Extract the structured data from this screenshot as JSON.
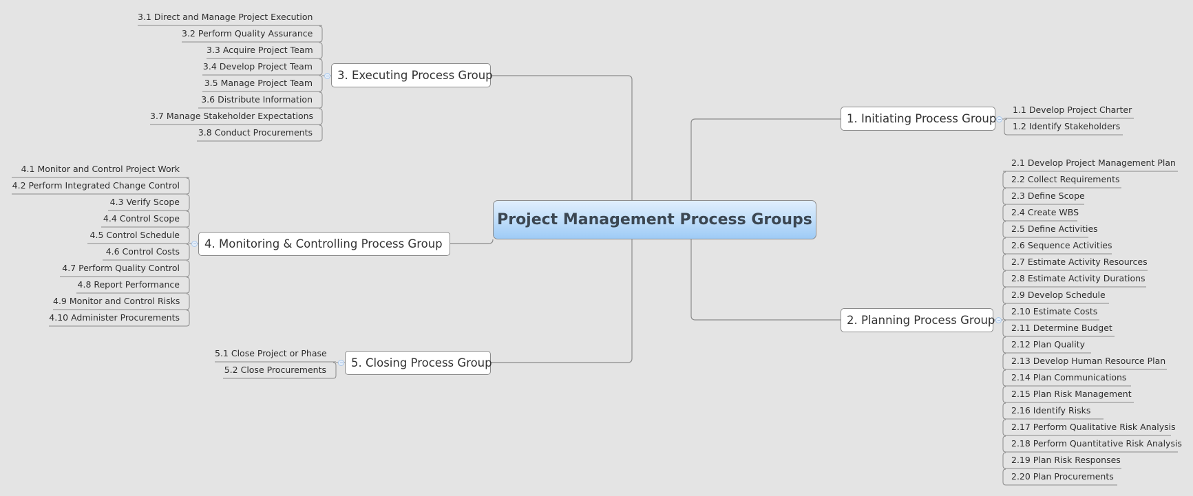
{
  "central": {
    "label": "Project Management Process Groups"
  },
  "groups": {
    "initiating": {
      "label": "1. Initiating Process Group",
      "items": [
        "1.1  Develop Project Charter",
        "1.2  Identify Stakeholders"
      ]
    },
    "planning": {
      "label": "2. Planning Process Group",
      "items": [
        "2.1  Develop Project Management Plan",
        "2.2  Collect Requirements",
        "2.3  Define Scope",
        "2.4  Create WBS",
        "2.5  Define Activities",
        "2.6  Sequence Activities",
        "2.7  Estimate Activity Resources",
        "2.8  Estimate Activity Durations",
        "2.9  Develop Schedule",
        "2.10  Estimate Costs",
        "2.11  Determine Budget",
        "2.12  Plan Quality",
        "2.13  Develop Human Resource Plan",
        "2.14  Plan Communications",
        "2.15  Plan Risk Management",
        "2.16  Identify Risks",
        "2.17  Perform Qualitative Risk Analysis",
        "2.18  Perform Quantitative Risk Analysis",
        "2.19  Plan Risk Responses",
        "2.20  Plan Procurements"
      ]
    },
    "executing": {
      "label": "3. Executing Process Group",
      "items": [
        "3.1  Direct and Manage Project Execution",
        "3.2  Perform Quality Assurance",
        "3.3  Acquire Project Team",
        "3.4  Develop Project Team",
        "3.5  Manage Project Team",
        "3.6  Distribute Information",
        "3.7  Manage Stakeholder Expectations",
        "3.8  Conduct Procurements"
      ]
    },
    "monitoring": {
      "label": "4. Monitoring  & Controlling  Process Group",
      "items": [
        "4.1  Monitor and Control Project Work",
        "4.2  Perform Integrated Change Control",
        "4.3  Verify Scope",
        "4.4  Control Scope",
        "4.5  Control Schedule",
        "4.6  Control Costs",
        "4.7  Perform Quality Control",
        "4.8  Report Performance",
        "4.9  Monitor and Control Risks",
        "4.10  Administer Procurements"
      ]
    },
    "closing": {
      "label": "5. Closing Process Group",
      "items": [
        "5.1  Close Project or Phase",
        "5.2  Close Procurements"
      ]
    }
  },
  "colors": {
    "background": "#e4e4e4",
    "line": "#8a8a8a",
    "central_top": "#e0eefc",
    "central_bottom": "#9ecbf6"
  }
}
